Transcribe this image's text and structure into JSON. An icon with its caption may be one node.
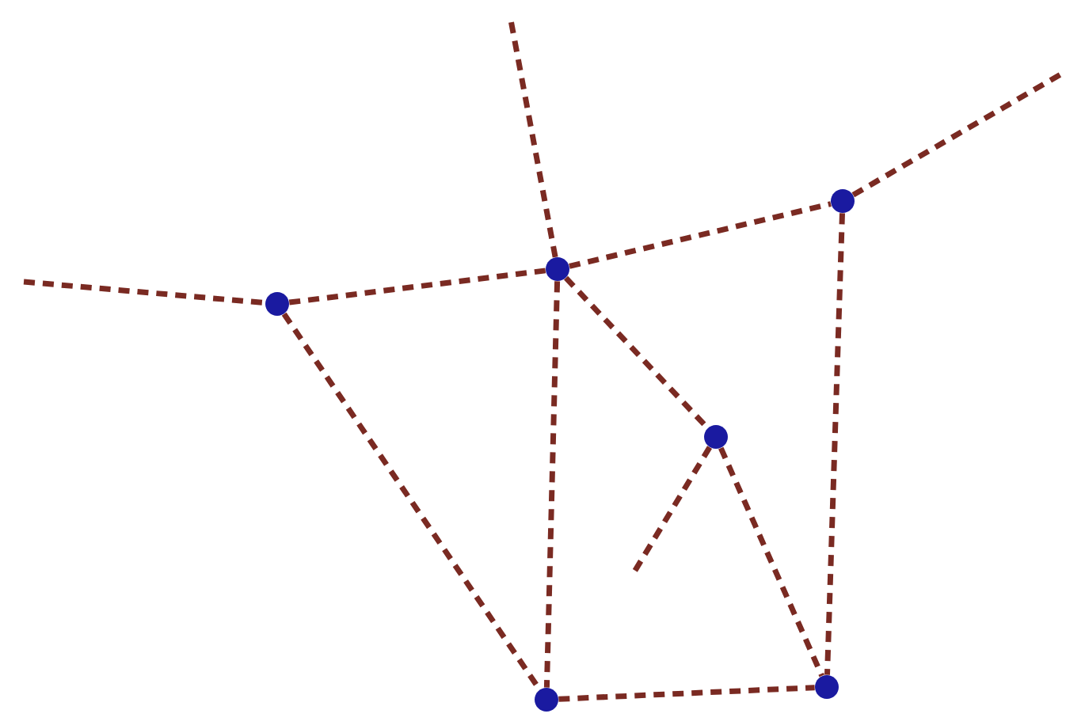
{
  "diagram": {
    "nodes": [
      {
        "text": [],
        "shape": "circle"
      },
      {
        "text": [],
        "shape": "circle"
      },
      {
        "text": [],
        "shape": "circle"
      },
      {
        "text": [],
        "shape": "circle"
      },
      {
        "text": [],
        "shape": "circle"
      },
      {
        "text": [],
        "shape": "circle"
      }
    ],
    "edges": [
      {
        "from": null,
        "to": 0,
        "arrow": "none",
        "style": "dashed"
      },
      {
        "from": 0,
        "to": 1,
        "arrow": "none",
        "style": "dashed"
      },
      {
        "from": 1,
        "to": 2,
        "arrow": "none",
        "style": "dashed"
      },
      {
        "from": 2,
        "to": null,
        "arrow": "none",
        "style": "dashed"
      },
      {
        "from": 1,
        "to": null,
        "arrow": "none",
        "style": "dashed"
      },
      {
        "from": 0,
        "to": 4,
        "arrow": "none",
        "style": "dashed"
      },
      {
        "from": 1,
        "to": 4,
        "arrow": "none",
        "style": "dashed"
      },
      {
        "from": 1,
        "to": 3,
        "arrow": "none",
        "style": "dashed"
      },
      {
        "from": 3,
        "to": 5,
        "arrow": "none",
        "style": "dashed"
      },
      {
        "from": 3,
        "to": null,
        "arrow": "none",
        "style": "dashed"
      },
      {
        "from": 2,
        "to": 5,
        "arrow": "none",
        "style": "dashed"
      },
      {
        "from": 4,
        "to": 5,
        "arrow": "none",
        "style": "dashed"
      }
    ]
  }
}
